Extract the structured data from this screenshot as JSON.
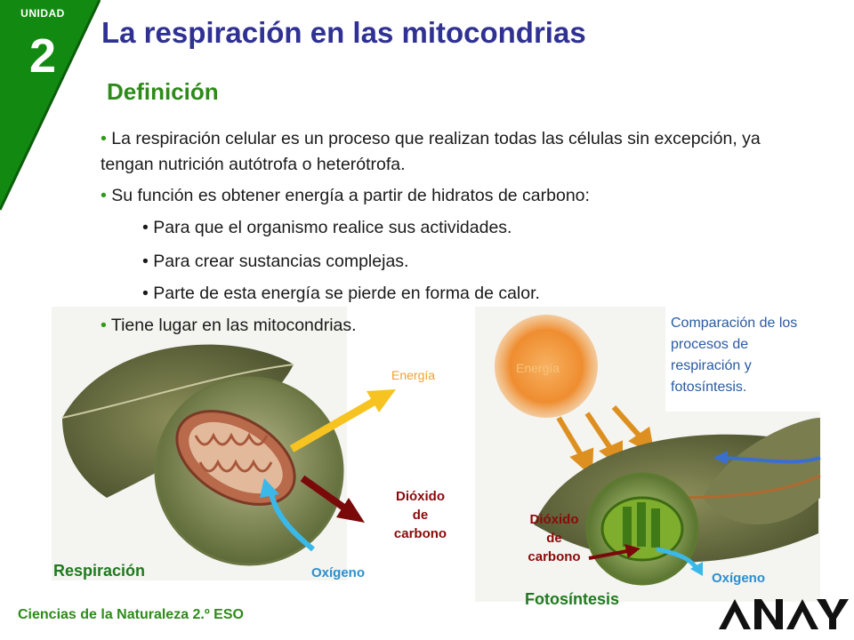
{
  "unit": {
    "label": "UNIDAD",
    "number": "2"
  },
  "title": "La respiración en las mitocondrias",
  "subtitle": "Definición",
  "bullets": {
    "b1": "La respiración celular es un proceso que realizan todas las células sin excepción, ya tengan nutrición autótrofa o heterótrofa.",
    "b2": "Su función es obtener energía a partir de hidratos de carbono:",
    "sub1": "Para que el organismo realice sus actividades.",
    "sub2": "Para crear sustancias complejas.",
    "sub3": "Parte de esta energía se pierde en forma de calor.",
    "b3": "Tiene lugar en las mitocondrias."
  },
  "respiration": {
    "energy": "Energía",
    "co2_line1": "Dióxido",
    "co2_line2": "de",
    "co2_line3": "carbono",
    "oxygen": "Oxígeno",
    "title": "Respiración"
  },
  "photosynthesis": {
    "energy": "Energía",
    "co2_line1": "Dióxido",
    "co2_line2": "de",
    "co2_line3": "carbono",
    "oxygen": "Oxígeno",
    "title": "Fotosíntesis"
  },
  "caption": "Comparación de los procesos de respiración y fotosíntesis.",
  "footer": "Ciencias de la Naturaleza 2.º ESO",
  "logo": "ANAYA",
  "colors": {
    "unit_green": "#128a12",
    "title_blue": "#2f3193",
    "subtitle_green": "#2e8b1a",
    "energy_orange": "#f0a030",
    "co2_red": "#7a0a0a",
    "oxygen_blue": "#3ab8e8"
  }
}
